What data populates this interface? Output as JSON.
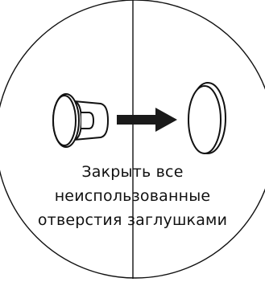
{
  "instruction": {
    "lines": [
      "Закрыть все",
      "неиспользованные",
      "отверстия заглушками"
    ]
  },
  "icons": {
    "left": "open-port-with-plug-icon",
    "arrow": "right-arrow-icon",
    "right": "plug-cap-icon"
  },
  "colors": {
    "line": "#111111",
    "arrow": "#1a1a1a",
    "background": "#ffffff"
  }
}
